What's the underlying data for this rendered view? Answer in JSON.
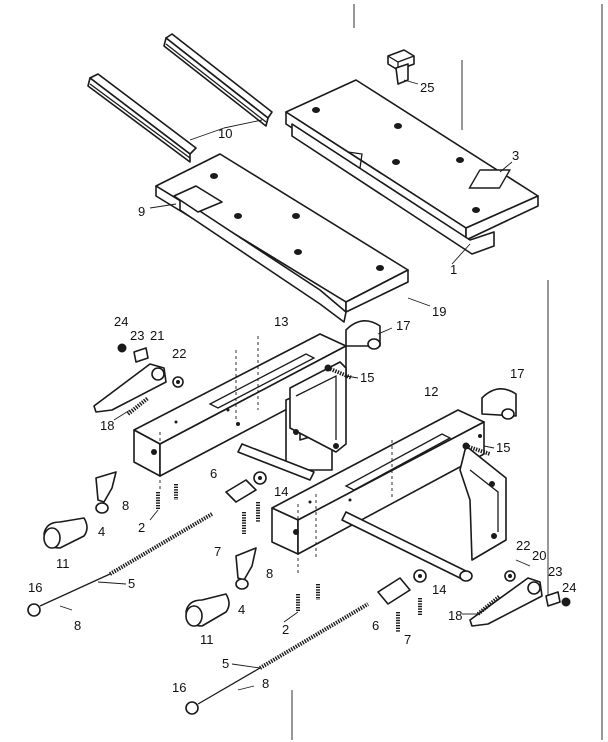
{
  "diagram": {
    "type": "exploded-parts-diagram",
    "colors": {
      "ink": "#1a1a1a",
      "paper": "#ffffff"
    },
    "callouts": [
      {
        "id": "c25",
        "text": "25"
      },
      {
        "id": "c10",
        "text": "10"
      },
      {
        "id": "c3",
        "text": "3"
      },
      {
        "id": "c9",
        "text": "9"
      },
      {
        "id": "c1",
        "text": "1"
      },
      {
        "id": "c19",
        "text": "19"
      },
      {
        "id": "c24a",
        "text": "24"
      },
      {
        "id": "c23a",
        "text": "23"
      },
      {
        "id": "c21",
        "text": "21"
      },
      {
        "id": "c13",
        "text": "13"
      },
      {
        "id": "c17a",
        "text": "17"
      },
      {
        "id": "c22a",
        "text": "22"
      },
      {
        "id": "c15a",
        "text": "15"
      },
      {
        "id": "c17b",
        "text": "17"
      },
      {
        "id": "c18a",
        "text": "18"
      },
      {
        "id": "c12",
        "text": "12"
      },
      {
        "id": "c15b",
        "text": "15"
      },
      {
        "id": "c6a",
        "text": "6"
      },
      {
        "id": "c14a",
        "text": "14"
      },
      {
        "id": "c8a",
        "text": "8"
      },
      {
        "id": "c4a",
        "text": "4"
      },
      {
        "id": "c2a",
        "text": "2"
      },
      {
        "id": "c11a",
        "text": "11"
      },
      {
        "id": "c7a",
        "text": "7"
      },
      {
        "id": "c8b",
        "text": "8"
      },
      {
        "id": "c22b",
        "text": "22"
      },
      {
        "id": "c20",
        "text": "20"
      },
      {
        "id": "c23b",
        "text": "23"
      },
      {
        "id": "c24b",
        "text": "24"
      },
      {
        "id": "c5a",
        "text": "5"
      },
      {
        "id": "c16a",
        "text": "16"
      },
      {
        "id": "c8c",
        "text": "8"
      },
      {
        "id": "c4b",
        "text": "4"
      },
      {
        "id": "c14b",
        "text": "14"
      },
      {
        "id": "c18b",
        "text": "18"
      },
      {
        "id": "c11b",
        "text": "11"
      },
      {
        "id": "c2b",
        "text": "2"
      },
      {
        "id": "c6b",
        "text": "6"
      },
      {
        "id": "c7b",
        "text": "7"
      },
      {
        "id": "c5b",
        "text": "5"
      },
      {
        "id": "c8d",
        "text": "8"
      },
      {
        "id": "c16b",
        "text": "16"
      }
    ]
  }
}
